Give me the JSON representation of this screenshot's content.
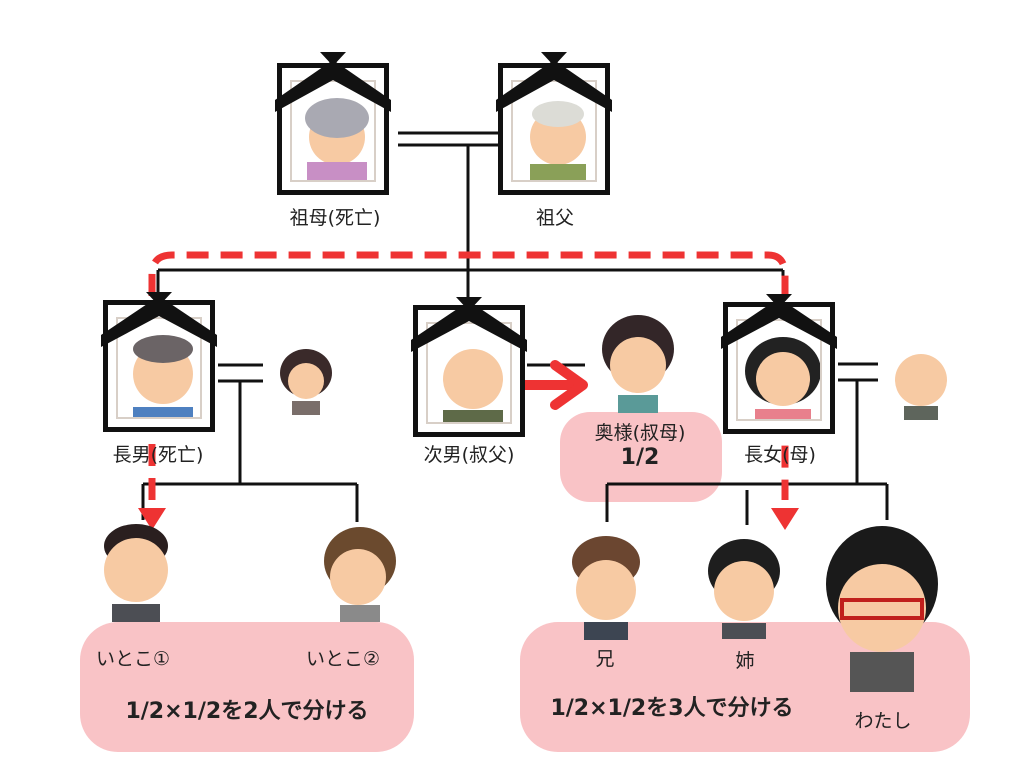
{
  "title": "相続関係図",
  "colors": {
    "share_box": "#f9c3c6",
    "path": "#ee3333",
    "line": "#111111"
  },
  "people": {
    "grandmother": {
      "label": "祖母(死亡)",
      "deceased": true
    },
    "grandfather": {
      "label": "祖父",
      "deceased": true
    },
    "eldest_son": {
      "label": "長男(死亡)",
      "deceased": true
    },
    "second_son": {
      "label": "次男(叔父)",
      "deceased": true
    },
    "aunt": {
      "label": "奥様(叔母)",
      "share": "1/2"
    },
    "eldest_daughter": {
      "label": "長女(母)",
      "deceased": true
    },
    "cousin1": {
      "label": "いとこ①"
    },
    "cousin2": {
      "label": "いとこ②"
    },
    "brother": {
      "label": "兄"
    },
    "sister": {
      "label": "姉"
    },
    "me": {
      "label": "わたし"
    }
  },
  "shares": {
    "cousins": "1/2×1/2を2人で分ける",
    "siblings": "1/2×1/2を3人で分ける"
  }
}
